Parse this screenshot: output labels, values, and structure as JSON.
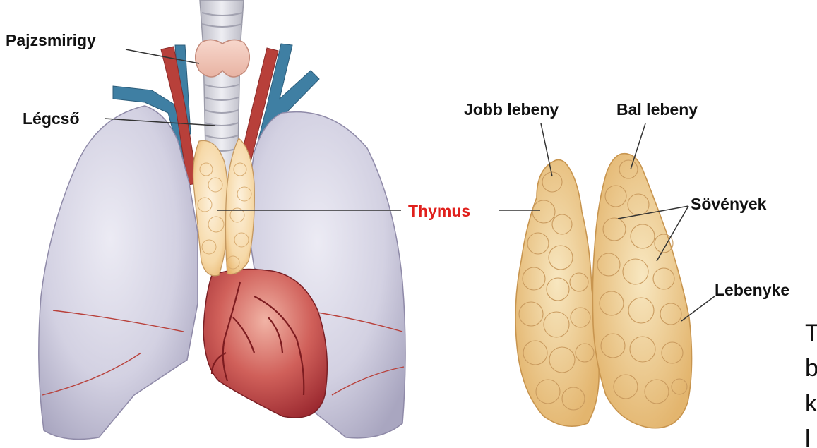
{
  "labels": {
    "pajzsmirigy": "Pajzsmirigy",
    "legcso": "Légcső",
    "thymus": "Thymus",
    "jobb_lebeny": "Jobb lebeny",
    "bal_lebeny": "Bal lebeny",
    "sovenyek": "Sövények",
    "lebenyke": "Lebenyke"
  },
  "cut_text": {
    "line1": "T",
    "line2": "b",
    "line3": "k",
    "line4": "l"
  },
  "colors": {
    "highlight": "#e0201c",
    "lung": "#c9c6d9",
    "heart": "#b93a3c",
    "thymus": "#f2c88e",
    "artery": "#b8403a",
    "vein": "#3f7fa3"
  }
}
